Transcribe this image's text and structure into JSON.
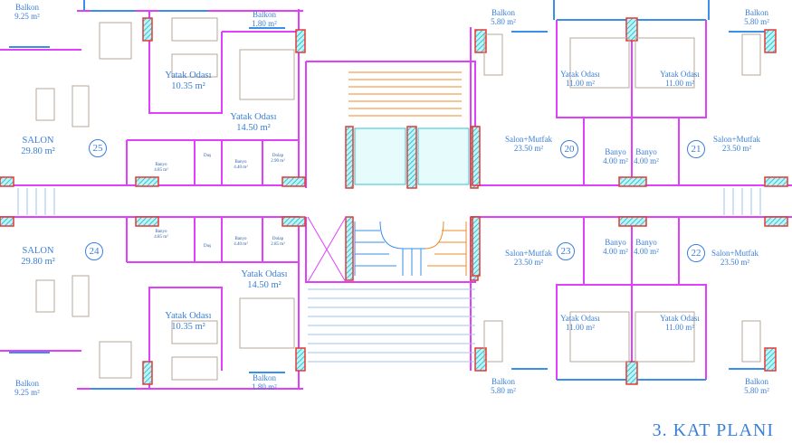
{
  "title": "3. KAT PLANI",
  "apartments": [
    {
      "no": "25",
      "rooms": [
        {
          "name": "Balkon",
          "area": "9.25 m²"
        },
        {
          "name": "Balkon",
          "area": "1.80 m²"
        },
        {
          "name": "Yatak Odası",
          "area": "10.35 m²"
        },
        {
          "name": "Yatak Odası",
          "area": "14.50 m²"
        },
        {
          "name": "SALON",
          "area": "29.80 m²"
        },
        {
          "name": "Banyo",
          "area": "4.85 m²"
        },
        {
          "name": "Duş",
          "area": ""
        },
        {
          "name": "Banyo",
          "area": "4.40 m²"
        },
        {
          "name": "Dolap",
          "area": "2.90 m²"
        }
      ]
    },
    {
      "no": "24",
      "rooms": [
        {
          "name": "Balkon",
          "area": "9.25 m²"
        },
        {
          "name": "Balkon",
          "area": "1.80 m²"
        },
        {
          "name": "Yatak Odası",
          "area": "10.35 m²"
        },
        {
          "name": "Yatak Odası",
          "area": "14.50 m²"
        },
        {
          "name": "SALON",
          "area": "29.80 m²"
        },
        {
          "name": "Banyo",
          "area": "4.85 m²"
        },
        {
          "name": "Duş",
          "area": ""
        },
        {
          "name": "Banyo",
          "area": "4.40 m²"
        },
        {
          "name": "Dolap",
          "area": "2.85 m²"
        }
      ]
    },
    {
      "no": "20",
      "rooms": [
        {
          "name": "Balkon",
          "area": "5.80 m²"
        },
        {
          "name": "Yatak Odası",
          "area": "11.00 m²"
        },
        {
          "name": "Salon+Mutfak",
          "area": "23.50 m²"
        },
        {
          "name": "Banyo",
          "area": "4.00 m²"
        }
      ]
    },
    {
      "no": "21",
      "rooms": [
        {
          "name": "Balkon",
          "area": "5.80 m²"
        },
        {
          "name": "Yatak Odası",
          "area": "11.00 m²"
        },
        {
          "name": "Salon+Mutfak",
          "area": "23.50 m²"
        },
        {
          "name": "Banyo",
          "area": "4.00 m²"
        }
      ]
    },
    {
      "no": "23",
      "rooms": [
        {
          "name": "Balkon",
          "area": "5.80 m²"
        },
        {
          "name": "Yatak Odası",
          "area": "11.00 m²"
        },
        {
          "name": "Salon+Mutfak",
          "area": "23.50 m²"
        },
        {
          "name": "Banyo",
          "area": "4.00 m²"
        }
      ]
    },
    {
      "no": "22",
      "rooms": [
        {
          "name": "Balkon",
          "area": "5.80 m²"
        },
        {
          "name": "Yatak Odası",
          "area": "11.00 m²"
        },
        {
          "name": "Salon+Mutfak",
          "area": "23.50 m²"
        },
        {
          "name": "Banyo",
          "area": "4.00 m²"
        }
      ]
    }
  ],
  "colors": {
    "wall": "#e040fb",
    "column": "#e53935",
    "hatch": "#4dd0e1",
    "text": "#3a7fd8",
    "stair_left": "#3a7fd8",
    "stair_right": "#ef8a2a",
    "elevator": "#8ff0ee"
  }
}
